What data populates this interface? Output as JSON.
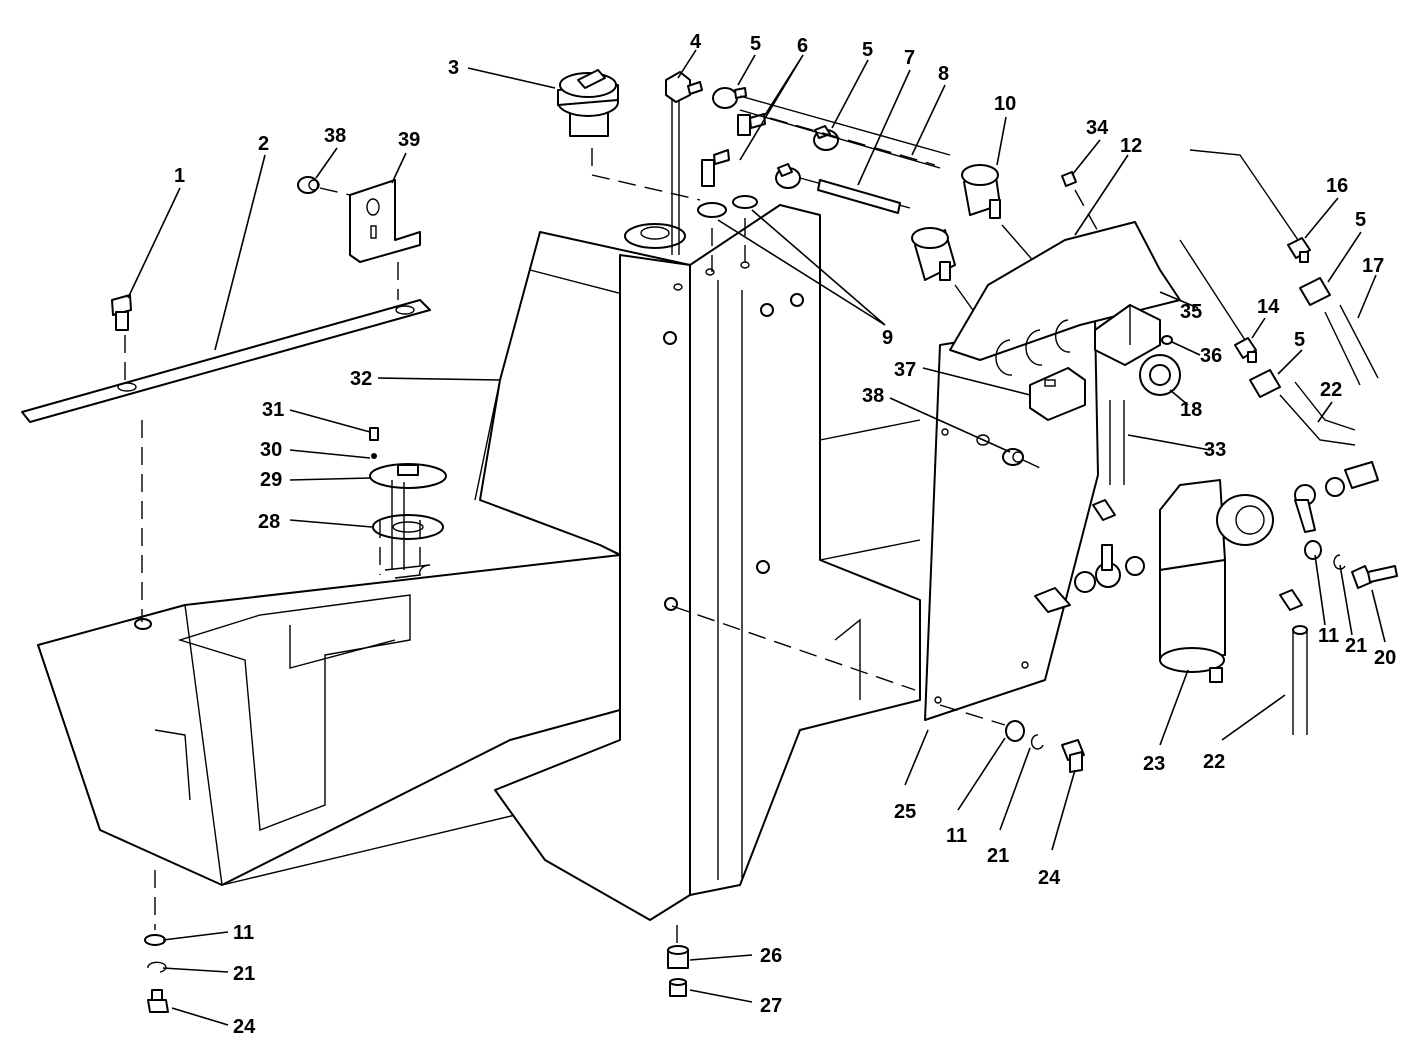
{
  "callouts": [
    {
      "id": "c1",
      "text": "1"
    },
    {
      "id": "c2",
      "text": "2"
    },
    {
      "id": "c3",
      "text": "3"
    },
    {
      "id": "c4",
      "text": "4"
    },
    {
      "id": "c5a",
      "text": "5"
    },
    {
      "id": "c6",
      "text": "6"
    },
    {
      "id": "c5b",
      "text": "5"
    },
    {
      "id": "c7",
      "text": "7"
    },
    {
      "id": "c8",
      "text": "8"
    },
    {
      "id": "c10",
      "text": "10"
    },
    {
      "id": "c34",
      "text": "34"
    },
    {
      "id": "c12",
      "text": "12"
    },
    {
      "id": "c16",
      "text": "16"
    },
    {
      "id": "c5c",
      "text": "5"
    },
    {
      "id": "c17",
      "text": "17"
    },
    {
      "id": "c38a",
      "text": "38"
    },
    {
      "id": "c39",
      "text": "39"
    },
    {
      "id": "c9",
      "text": "9"
    },
    {
      "id": "c35",
      "text": "35"
    },
    {
      "id": "c14",
      "text": "14"
    },
    {
      "id": "c36",
      "text": "36"
    },
    {
      "id": "c5d",
      "text": "5"
    },
    {
      "id": "c32",
      "text": "32"
    },
    {
      "id": "c37",
      "text": "37"
    },
    {
      "id": "c18",
      "text": "18"
    },
    {
      "id": "c22a",
      "text": "22"
    },
    {
      "id": "c38b",
      "text": "38"
    },
    {
      "id": "c33",
      "text": "33"
    },
    {
      "id": "c31",
      "text": "31"
    },
    {
      "id": "c30",
      "text": "30"
    },
    {
      "id": "c29",
      "text": "29"
    },
    {
      "id": "c28",
      "text": "28"
    },
    {
      "id": "c11a",
      "text": "11"
    },
    {
      "id": "c21a",
      "text": "21"
    },
    {
      "id": "c20",
      "text": "20"
    },
    {
      "id": "c23",
      "text": "23"
    },
    {
      "id": "c22b",
      "text": "22"
    },
    {
      "id": "c25",
      "text": "25"
    },
    {
      "id": "c11b",
      "text": "11"
    },
    {
      "id": "c21b",
      "text": "21"
    },
    {
      "id": "c24a",
      "text": "24"
    },
    {
      "id": "c11c",
      "text": "11"
    },
    {
      "id": "c21c",
      "text": "21"
    },
    {
      "id": "c24b",
      "text": "24"
    },
    {
      "id": "c26",
      "text": "26"
    },
    {
      "id": "c27",
      "text": "27"
    }
  ]
}
